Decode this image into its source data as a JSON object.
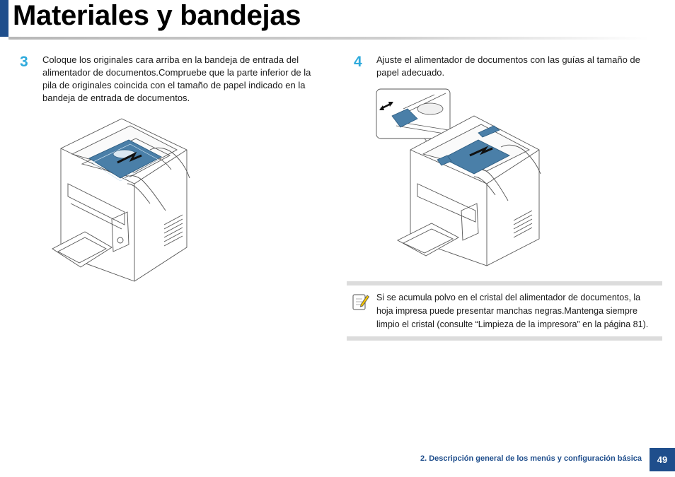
{
  "header": {
    "title": "Materiales y bandejas"
  },
  "steps": [
    {
      "number": "3",
      "text": "Coloque los originales cara arriba en la bandeja de entrada del alimentador de documentos.Compruebe que la parte inferior de la pila de originales coincida con el tamaño de papel indicado en la bandeja de entrada de documentos."
    },
    {
      "number": "4",
      "text": "Ajuste el alimentador de documentos con las guías al tamaño de papel adecuado."
    }
  ],
  "note": {
    "icon": "note-pencil-icon",
    "text": "Si se acumula polvo en el cristal del alimentador de documentos, la hoja impresa puede presentar manchas negras.Mantenga siempre limpio el cristal (consulte “Limpieza de la impresora” en la página 81)."
  },
  "footer": {
    "chapter": "2. Descripción general de los menús y configuración básica",
    "page_number": "49"
  },
  "colors": {
    "brand": "#1f4e8c",
    "step_number": "#2eaadc",
    "paper_blue": "#4a7fa8"
  }
}
